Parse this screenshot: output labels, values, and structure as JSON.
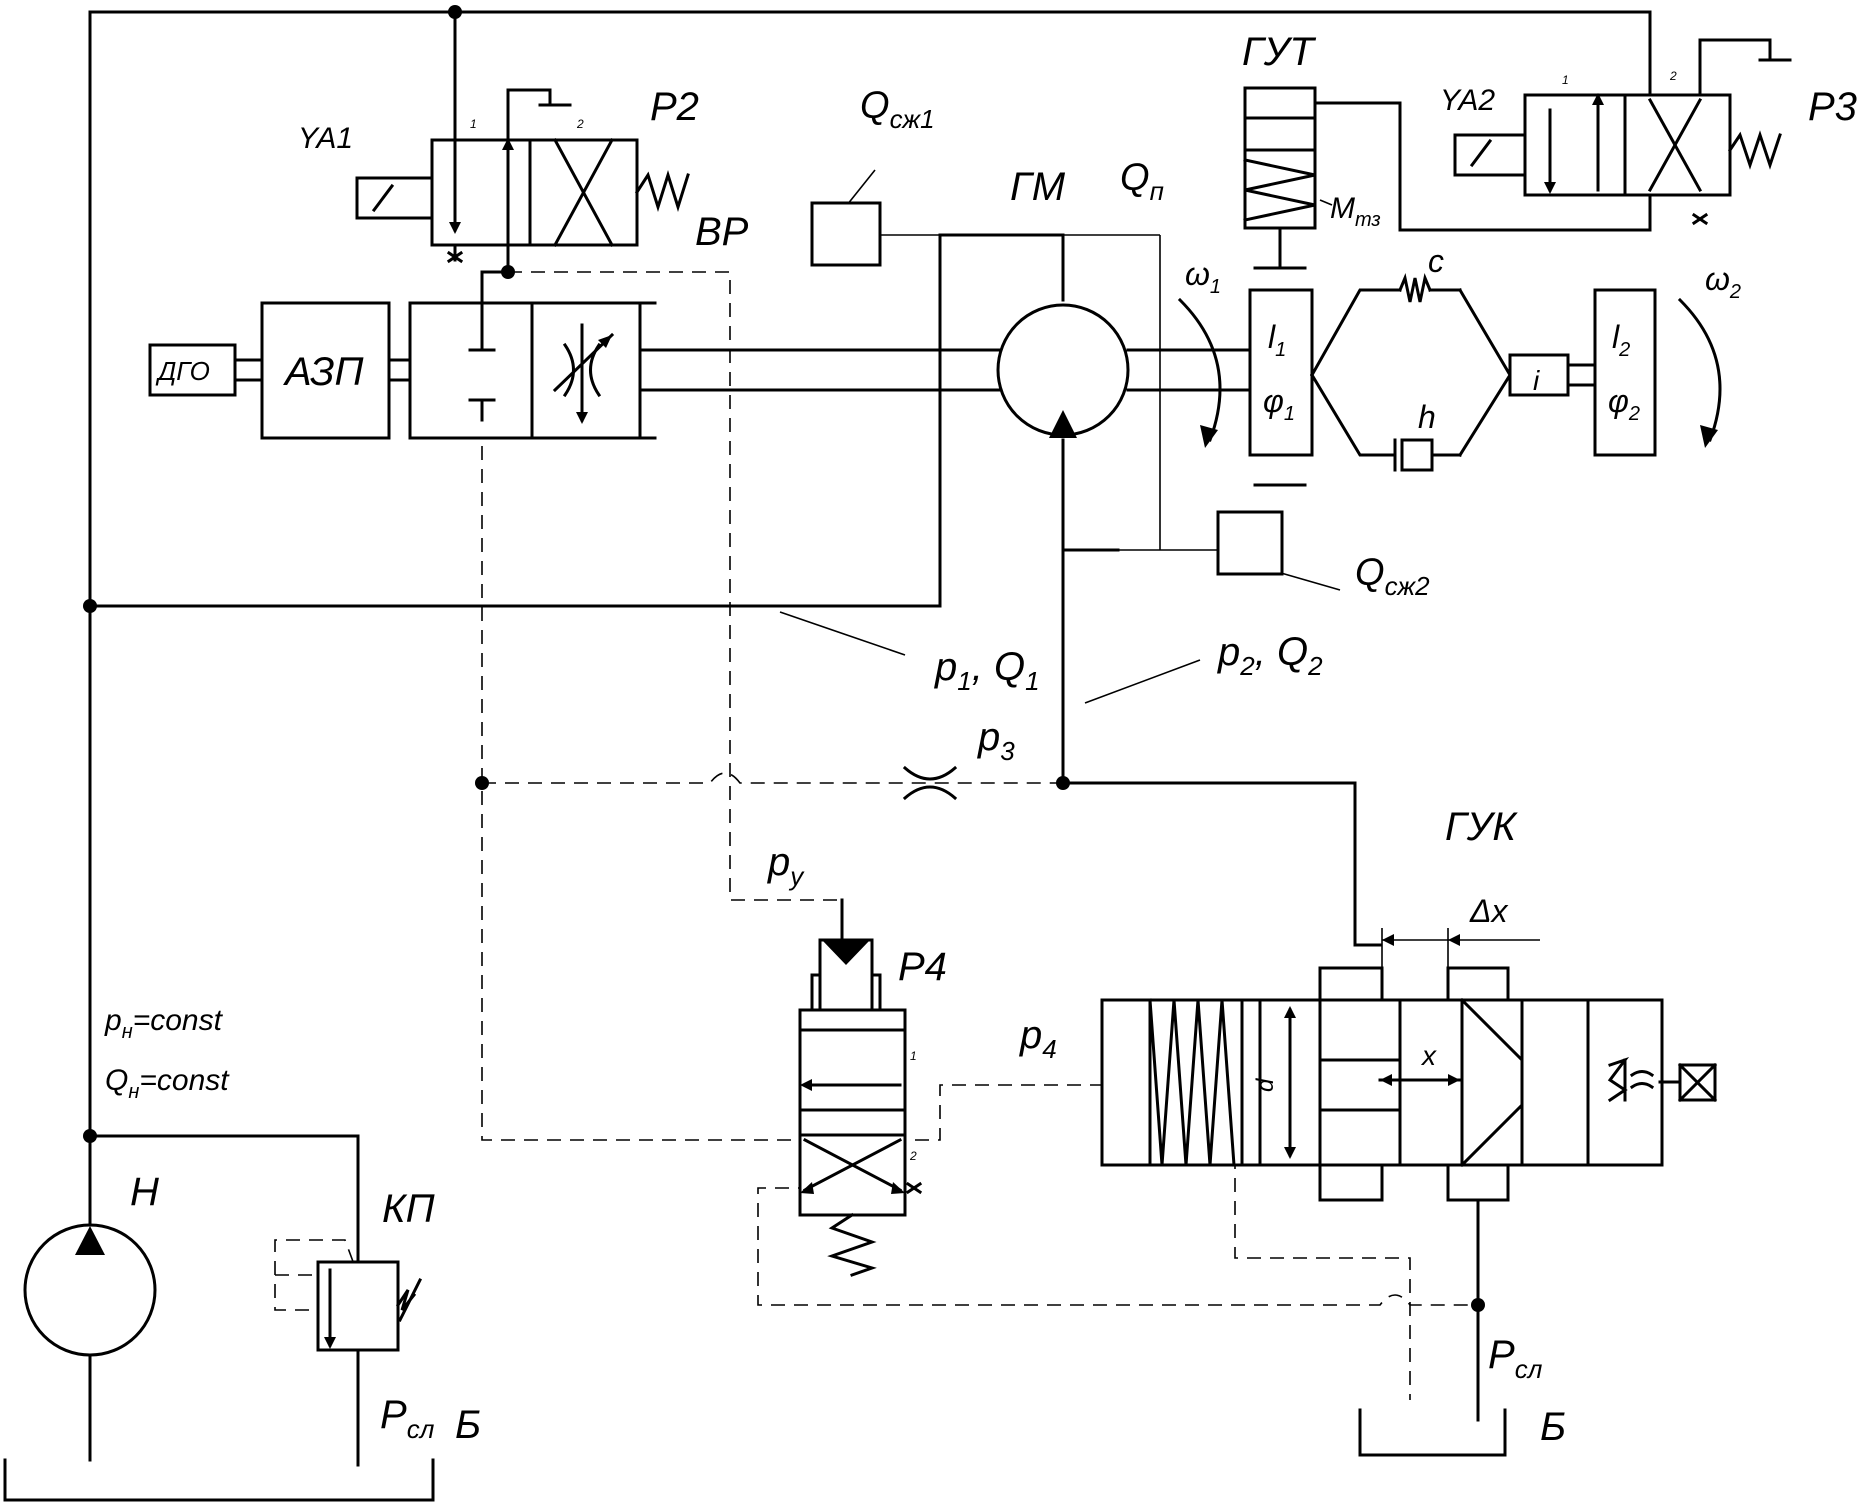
{
  "labels": {
    "ya1": "YA1",
    "r2": "P2",
    "vr": "ВР",
    "qszh1": "Q",
    "qszh1_sub": "сж1",
    "gm": "ГМ",
    "qp": "Q",
    "qp_sub": "п",
    "gut": "ГУТ",
    "mtz": "M",
    "mtz_sub": "тз",
    "ya2": "YA2",
    "r3": "P3",
    "dgo": "ДГО",
    "azp": "АЗП",
    "omega1": "ω",
    "omega1_sub": "1",
    "omega2": "ω",
    "omega2_sub": "2",
    "c": "c",
    "h": "h",
    "i": "i",
    "l1": "l",
    "l1_sub": "1",
    "phi1": "φ",
    "phi1_sub": "1",
    "l2": "l",
    "l2_sub": "2",
    "phi2": "φ",
    "phi2_sub": "2",
    "qszh2": "Q",
    "qszh2_sub": "сж2",
    "p1q1": "p",
    "p1q1_sub1": "1",
    "p1q1_mid": ", Q",
    "p1q1_sub2": "1",
    "p2q2": "p",
    "p2q2_sub1": "2",
    "p2q2_mid": ", Q",
    "p2q2_sub2": "2",
    "p3": "p",
    "p3_sub": "3",
    "guk": "ГУК",
    "py": "p",
    "py_sub": "у",
    "r4": "P4",
    "p4": "p",
    "p4_sub": "4",
    "dx": "Δx",
    "x": "x",
    "pn": "p",
    "pn_sub": "н",
    "pn_rest": "=const",
    "qn": "Q",
    "qn_sub": "н",
    "qn_rest": "=const",
    "n": "Н",
    "kp": "КП",
    "psl1": "Р",
    "psl1_sub": "сл",
    "b1": "Б",
    "psl2": "Р",
    "psl2_sub": "сл",
    "b2": "Б",
    "d": "d",
    "port1": "1",
    "port2": "2"
  }
}
